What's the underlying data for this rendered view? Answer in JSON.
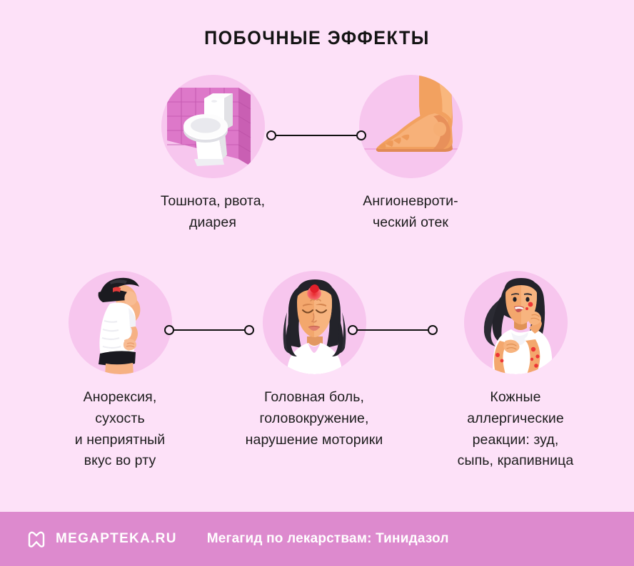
{
  "page": {
    "title": "ПОБОЧНЫЕ ЭФФЕКТЫ",
    "background_color": "#FDE1F8",
    "circle_color": "#F7C6EE",
    "connector_color": "#111111",
    "text_color": "#1C1C1C"
  },
  "rows": [
    {
      "items": [
        {
          "icon": "toilet-icon",
          "caption": "Тошнота, рвота,\nдиарея"
        },
        {
          "icon": "swollen-foot-icon",
          "caption": "Ангионевроти-\nческий отек"
        }
      ]
    },
    {
      "items": [
        {
          "icon": "thin-person-icon",
          "caption": "Анорексия,\nсухость\nи неприятный\nвкус во рту"
        },
        {
          "icon": "headache-woman-icon",
          "caption": "Головная боль,\nголовокружение,\nнарушение моторики"
        },
        {
          "icon": "skin-rash-woman-icon",
          "caption": "Кожные\nаллергические\nреакции: зуд,\nсыпь, крапивница"
        }
      ]
    }
  ],
  "footer": {
    "logo_icon": "megapteka-m-logo",
    "brand": "MEGAPTEKA.RU",
    "tagline": "Мегагид по лекарствам: Тинидазол",
    "background_color": "#DD8ACE",
    "text_color": "#FFFFFF"
  }
}
